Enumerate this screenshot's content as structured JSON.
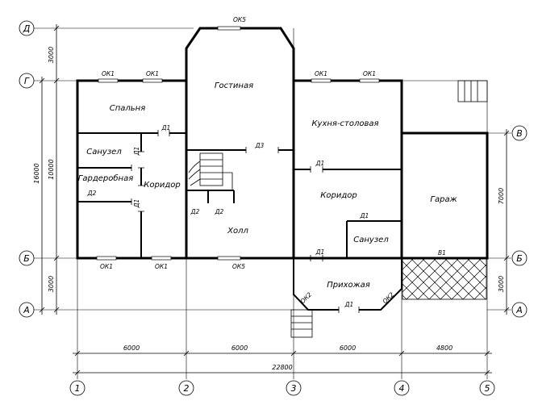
{
  "axes": {
    "cols": [
      "1",
      "2",
      "3",
      "4",
      "5"
    ],
    "rows": [
      "Д",
      "Г",
      "В",
      "Б",
      "А"
    ]
  },
  "rooms": {
    "spalnya": "Спальня",
    "sanuzel_left": "Санузел",
    "garderobnaya": "Гардеробная",
    "koridor_left": "Коридор",
    "gostinaya": "Гостиная",
    "holl": "Холл",
    "kuhnya": "Кухня-столовая",
    "koridor_right": "Коридор",
    "sanuzel_right": "Санузел",
    "prihozhaya": "Прихожая",
    "garazh": "Гараж"
  },
  "tags": {
    "ok5": "ОК5",
    "ok1": "ОК1",
    "ok2": "ОК2",
    "d1": "Д1",
    "d2": "Д2",
    "d3": "Д3",
    "v1": "В1"
  },
  "dims": {
    "d6000": "6000",
    "d4800": "4800",
    "d22800": "22800",
    "d3000": "3000",
    "d10000": "10000",
    "d16000": "16000",
    "d7000": "7000"
  }
}
